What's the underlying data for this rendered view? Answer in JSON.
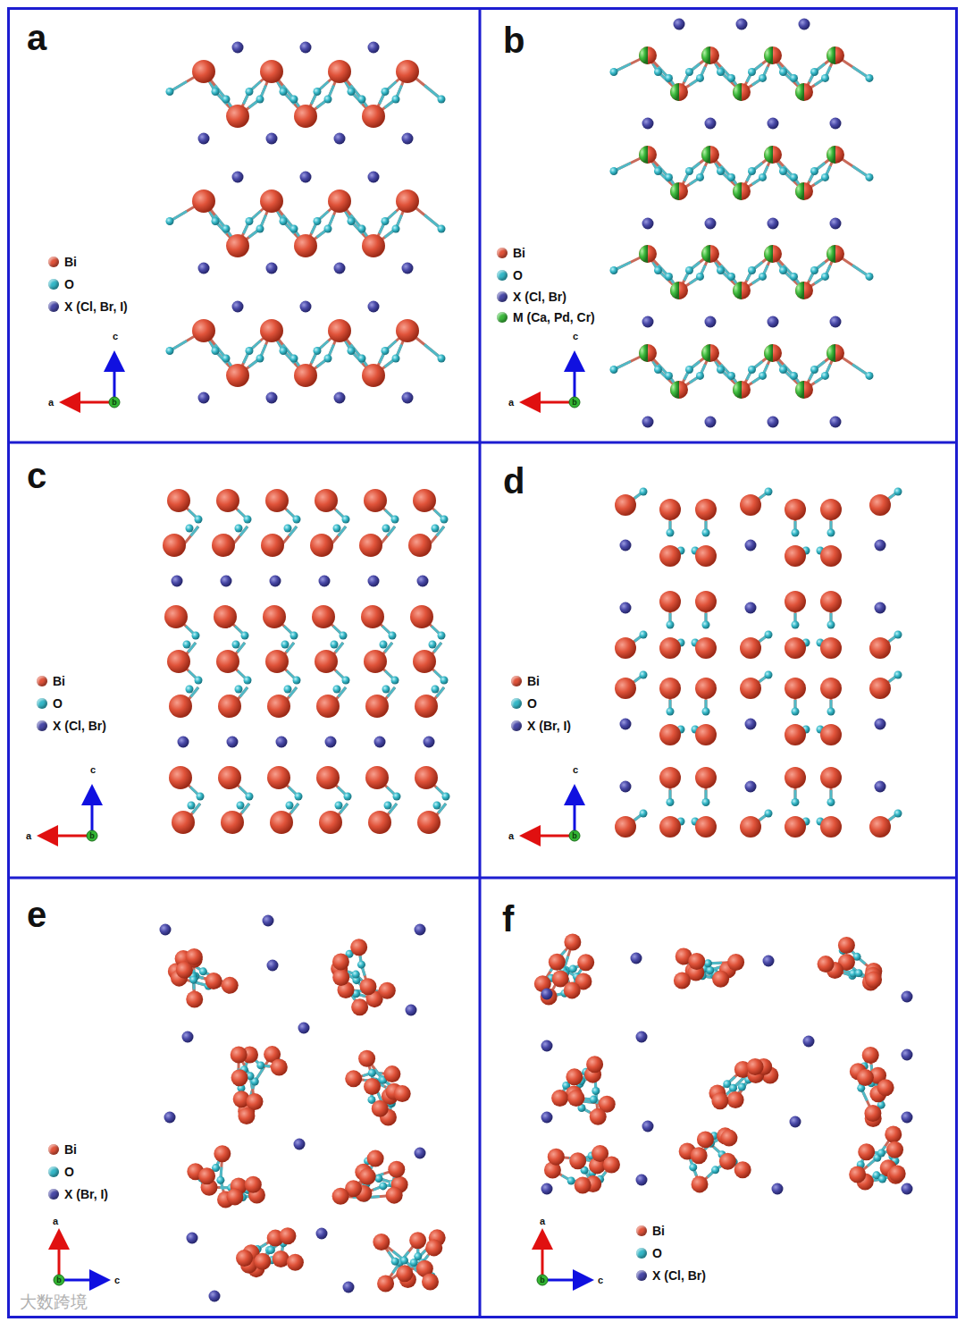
{
  "diagram": {
    "labels": [
      "a",
      "b",
      "c",
      "d",
      "e",
      "f",
      "c",
      "a",
      "b",
      "c",
      "a",
      "b",
      "c",
      "a",
      "b",
      "c",
      "a",
      "b",
      "a",
      "c",
      "b",
      "a",
      "c",
      "b",
      "大数跨境"
    ],
    "legend": [
      {
        "text": "Bi",
        "color": "#e0533a"
      },
      {
        "text": "O",
        "color": "#35b8c8"
      },
      {
        "text": "X (Cl, Br, I)",
        "color": "#4a4aa8"
      },
      {
        "text": "Bi",
        "color": "#e0533a"
      },
      {
        "text": "O",
        "color": "#35b8c8"
      },
      {
        "text": "X (Cl, Br)",
        "color": "#4a4aa8"
      },
      {
        "text": "M (Ca, Pd, Cr)",
        "color": "#3cb93c"
      },
      {
        "text": "Bi",
        "color": "#e0533a"
      },
      {
        "text": "O",
        "color": "#35b8c8"
      },
      {
        "text": "X (Cl, Br)",
        "color": "#4a4aa8"
      },
      {
        "text": "Bi",
        "color": "#e0533a"
      },
      {
        "text": "O",
        "color": "#35b8c8"
      },
      {
        "text": "X (Br, I)",
        "color": "#4a4aa8"
      },
      {
        "text": "Bi",
        "color": "#e0533a"
      },
      {
        "text": "O",
        "color": "#35b8c8"
      },
      {
        "text": "X (Br, I)",
        "color": "#4a4aa8"
      },
      {
        "text": "Bi",
        "color": "#e0533a"
      },
      {
        "text": "O",
        "color": "#35b8c8"
      },
      {
        "text": "X (Cl, Br)",
        "color": "#4a4aa8"
      }
    ]
  }
}
